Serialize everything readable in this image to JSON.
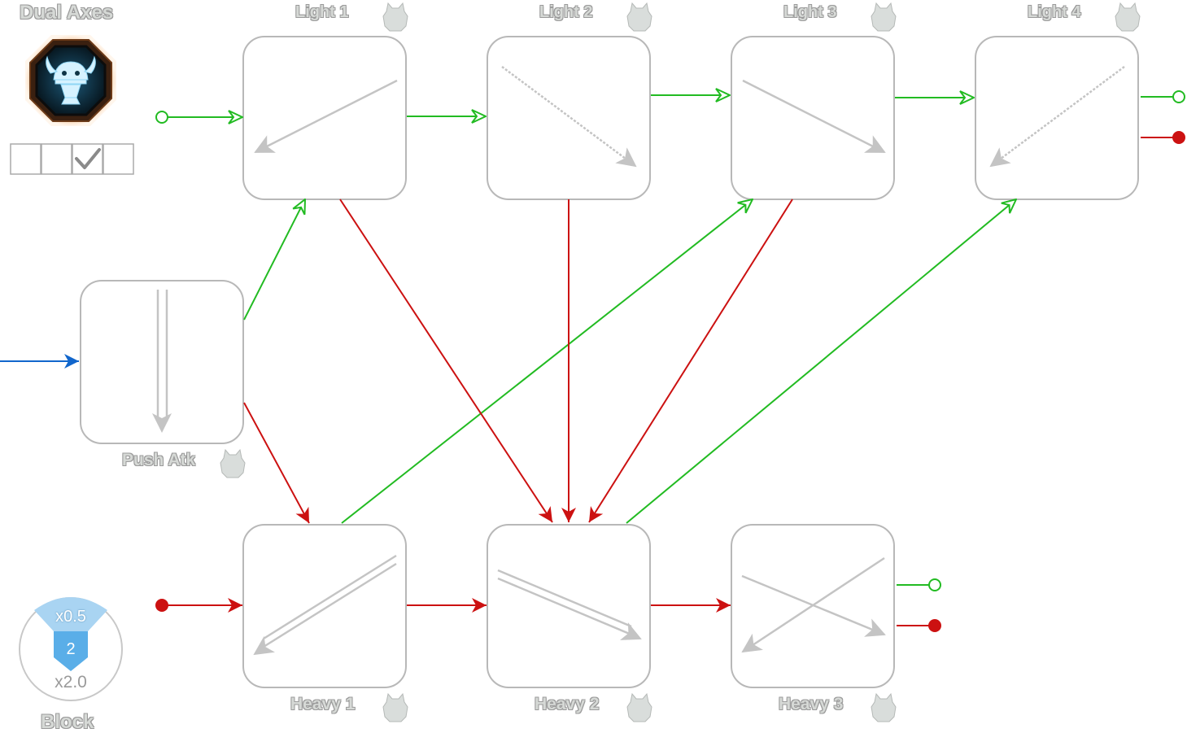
{
  "weapon": {
    "title": "Dual Axes",
    "icon": "viking-helmet-icon",
    "slots": [
      false,
      false,
      true,
      false
    ]
  },
  "nodes": [
    {
      "id": "light1",
      "label": "Light 1",
      "direction": "diagonal-down-left",
      "style": "single"
    },
    {
      "id": "light2",
      "label": "Light 2",
      "direction": "diagonal-down-right",
      "style": "dotted"
    },
    {
      "id": "light3",
      "label": "Light 3",
      "direction": "diagonal-down-right",
      "style": "single"
    },
    {
      "id": "light4",
      "label": "Light 4",
      "direction": "diagonal-down-left",
      "style": "dotted"
    },
    {
      "id": "push",
      "label": "Push Atk",
      "direction": "down",
      "style": "double"
    },
    {
      "id": "heavy1",
      "label": "Heavy 1",
      "direction": "diagonal-down-left",
      "style": "double"
    },
    {
      "id": "heavy2",
      "label": "Heavy 2",
      "direction": "diagonal-down-right",
      "style": "double"
    },
    {
      "id": "heavy3",
      "label": "Heavy 3",
      "direction": "cross",
      "style": "single"
    }
  ],
  "block": {
    "label": "Block",
    "top_value": "x0.5",
    "center_value": "2",
    "bottom_value": "x2.0"
  },
  "colors": {
    "light_link": "#22bb22",
    "heavy_link": "#cc1111",
    "entry_link": "#1166cc",
    "node_border": "#b8b8b8",
    "label_fill": "#d6d9d6",
    "block_blue": "#5aaee8",
    "block_light_blue": "#a9d4f2"
  }
}
